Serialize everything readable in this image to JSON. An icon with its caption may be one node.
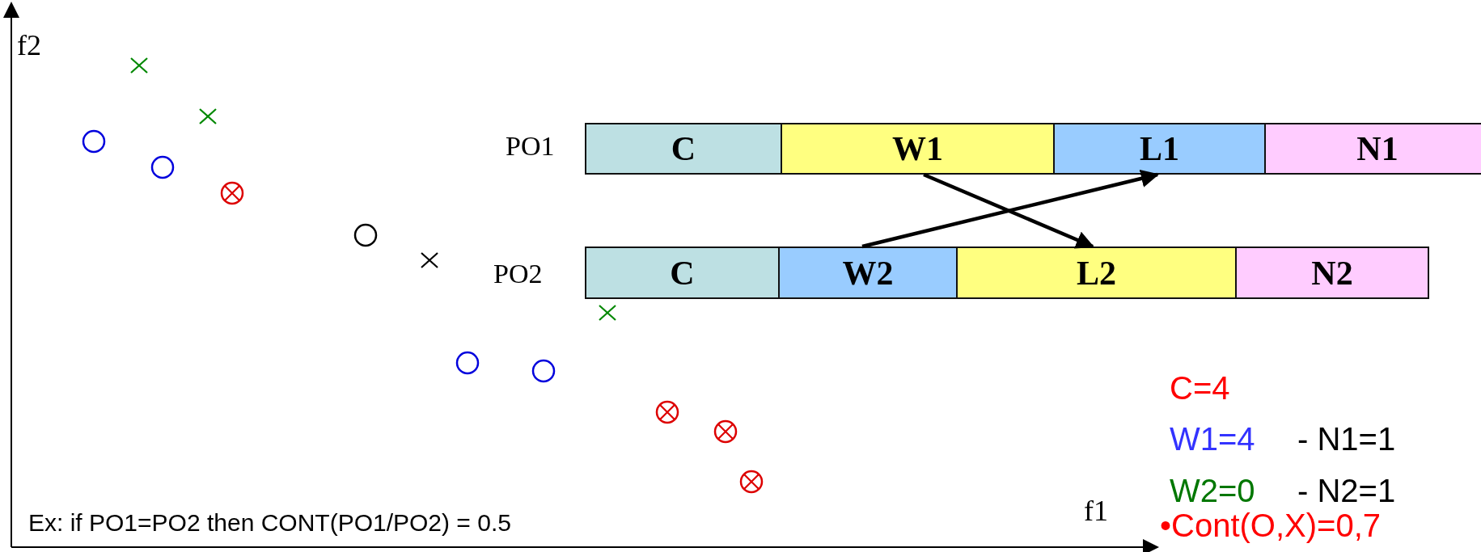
{
  "diagram": {
    "nodes": [
      {
        "text": [
          "C"
        ]
      },
      {
        "text": [
          "W1"
        ]
      },
      {
        "text": [
          "L1"
        ]
      },
      {
        "text": [
          "N1"
        ]
      },
      {
        "text": [
          "C"
        ]
      },
      {
        "text": [
          "W2"
        ]
      },
      {
        "text": [
          "L2"
        ]
      },
      {
        "text": [
          "N2"
        ]
      }
    ],
    "edges": [
      {
        "from": 1,
        "to": 6,
        "arrow": "to"
      },
      {
        "from": 5,
        "to": 2,
        "arrow": "to"
      }
    ],
    "labels": [
      "f2",
      "PO1",
      "PO2",
      "C=4",
      "W1=4",
      "- N1=1",
      "W2=0",
      "- N2=1",
      "f1",
      "Ex: if PO1=PO2 then CONT(PO1/PO2) = 0.5",
      "•Cont(O,X)=0,7"
    ]
  }
}
